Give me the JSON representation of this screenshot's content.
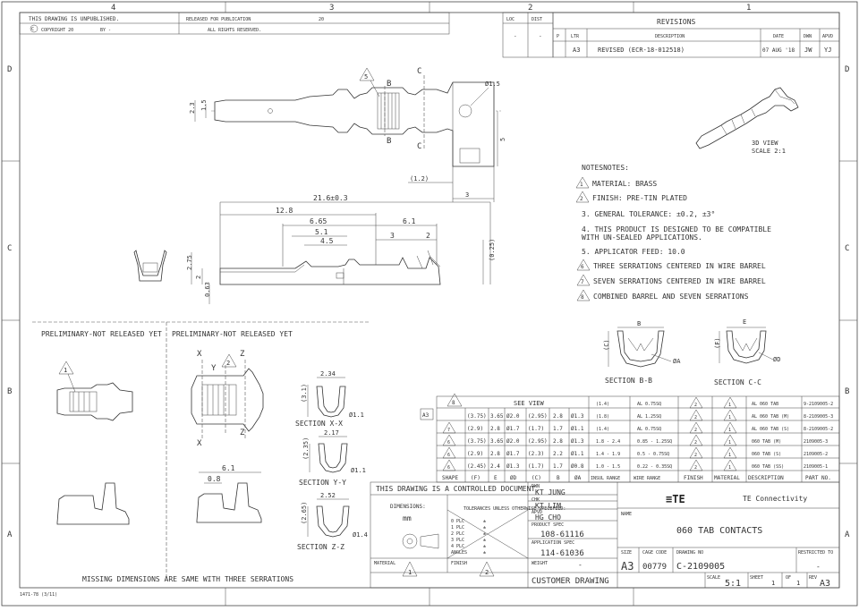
{
  "frame": {
    "zones_top": [
      "4",
      "3",
      "2",
      "1"
    ],
    "zones_side": [
      "D",
      "C",
      "B",
      "A"
    ]
  },
  "header": {
    "unpublished": "THIS DRAWING IS UNPUBLISHED.",
    "copyright": "COPYRIGHT 20",
    "by": "BY -",
    "released": "RELEASED FOR PUBLICATION",
    "year": "20",
    "rights": "ALL RIGHTS RESERVED.",
    "loc_label": "LOC",
    "loc_value": "-",
    "dist_label": "DIST",
    "dist_value": "-"
  },
  "revisions": {
    "title": "REVISIONS",
    "cols": [
      "P",
      "LTR",
      "DESCRIPTION",
      "DATE",
      "DWN",
      "APVD"
    ],
    "rows": [
      {
        "ltr": "A3",
        "description": "REVISED (ECR-18-012518)",
        "date": "07 AUG '18",
        "dwn": "JW",
        "apvd": "YJ"
      }
    ]
  },
  "view_3d": {
    "label": "3D VIEW",
    "scale": "SCALE  2:1"
  },
  "notes": {
    "title": "NOTESNOTES:",
    "items": [
      {
        "flag": "1",
        "text": "MATERIAL: BRASS"
      },
      {
        "flag": "2",
        "text": "FINISH: PRE-TIN PLATED"
      },
      {
        "flag": "",
        "text": "3. GENERAL TOLERANCE: ±0.2, ±3°"
      },
      {
        "flag": "",
        "text": "4. THIS PRODUCT IS DESIGNED TO BE COMPATIBLE"
      },
      {
        "flag": "",
        "text": "   WITH UN-SEALED APPLICATIONS."
      },
      {
        "flag": "",
        "text": "5. APPLICATOR FEED: 10.0"
      },
      {
        "flag": "6",
        "text": "THREE SERRATIONS CENTERED IN WIRE BARREL"
      },
      {
        "flag": "7",
        "text": "SEVEN SERRATIONS CENTERED IN WIRE BARREL"
      },
      {
        "flag": "8",
        "text": "COMBINED BARREL AND SEVEN SERRATIONS"
      }
    ]
  },
  "top_view_dims": {
    "d_phi15": "Ø1.5",
    "d_5": "5",
    "d_12": "(1.2)",
    "d_3": "3",
    "d_23": "2.3",
    "d_15": "1.5",
    "flag5": "5",
    "cut_b": "B",
    "cut_c": "C"
  },
  "side_view_dims": {
    "overall": "21.6±0.3",
    "d128": "12.8",
    "d665": "6.65",
    "d61": "6.1",
    "d51": "5.1",
    "d45": "4.5",
    "d3": "3",
    "d2": "2",
    "d025": "(0.25)",
    "d275": "2.75",
    "d2v": "2",
    "d063": "0.63"
  },
  "sections": {
    "bb": {
      "label": "SECTION  B-B",
      "d_b": "B",
      "d_c": "(C)",
      "d_a": "ØA"
    },
    "cc": {
      "label": "SECTION  C-C",
      "d_e": "E",
      "d_f": "(F)",
      "d_d": "ØD"
    },
    "xx": {
      "label": "SECTION  X-X",
      "d1": "2.34",
      "d2": "(3.1)",
      "d3": "Ø1.1"
    },
    "yy": {
      "label": "SECTION  Y-Y",
      "d1": "2.17",
      "d2": "(2.35)",
      "d3": "Ø1.1"
    },
    "zz": {
      "label": "SECTION  Z-Z",
      "d1": "2.52",
      "d2": "(2.65)",
      "d3": "Ø1.4"
    }
  },
  "prelim": {
    "left": "PRELIMINARY-NOT RELEASED YET",
    "right": "PRELIMINARY-NOT RELEASED YET",
    "flag1": "1",
    "flag2": "2",
    "x": "X",
    "y": "Y",
    "z": "Z",
    "d61": "6.1",
    "d08": "0.8",
    "missing": "MISSING DIMENSIONS ARE SAME WITH THREE SERRATIONS"
  },
  "table": {
    "see_view": "SEE VIEW",
    "header": [
      "SHAPE",
      "(F)",
      "E",
      "ØD",
      "(C)",
      "B",
      "ØA",
      "INSUL RANGE",
      "WIRE RANGE",
      "FINISH",
      "MATERIAL",
      "DESCRIPTION",
      "PART NO."
    ],
    "rows": [
      {
        "shape": "8",
        "f": "",
        "e": "",
        "d": "",
        "c": "",
        "b": "",
        "a": "",
        "insul": "(1.4)",
        "wire": "AL 0.75SQ",
        "finish": "2",
        "material": "1",
        "desc": "AL 060 TAB",
        "part": "9-2109005-2"
      },
      {
        "shape": "",
        "f": "(3.75)",
        "e": "3.65",
        "d": "Ø2.0",
        "c": "(2.95)",
        "b": "2.8",
        "a": "Ø1.3",
        "insul": "(1.8)",
        "wire": "AL 1.25SQ",
        "finish": "2",
        "material": "1",
        "desc": "AL 060 TAB (M)",
        "part": "8-2109005-3"
      },
      {
        "shape": "7",
        "f": "(2.9)",
        "e": "2.8",
        "d": "Ø1.7",
        "c": "(1.7)",
        "b": "1.7",
        "a": "Ø1.1",
        "insul": "(1.4)",
        "wire": "AL 0.75SQ",
        "finish": "2",
        "material": "1",
        "desc": "AL 060 TAB (S)",
        "part": "8-2109005-2"
      },
      {
        "shape": "6",
        "f": "(3.75)",
        "e": "3.65",
        "d": "Ø2.0",
        "c": "(2.95)",
        "b": "2.8",
        "a": "Ø1.3",
        "insul": "1.8 - 2.4",
        "wire": "0.85 - 1.25SQ",
        "finish": "2",
        "material": "1",
        "desc": "060 TAB (M)",
        "part": "2109005-3"
      },
      {
        "shape": "6",
        "f": "(2.9)",
        "e": "2.8",
        "d": "Ø1.7",
        "c": "(2.3)",
        "b": "2.2",
        "a": "Ø1.1",
        "insul": "1.4 - 1.9",
        "wire": "0.5 - 0.75SQ",
        "finish": "2",
        "material": "1",
        "desc": "060 TAB (S)",
        "part": "2109005-2"
      },
      {
        "shape": "6",
        "f": "(2.45)",
        "e": "2.4",
        "d": "Ø1.3",
        "c": "(1.7)",
        "b": "1.7",
        "a": "Ø0.8",
        "insul": "1.0 - 1.5",
        "wire": "0.22 - 0.35SQ",
        "finish": "2",
        "material": "1",
        "desc": "060 TAB (SS)",
        "part": "2109005-1"
      }
    ],
    "rev_flag": "A3"
  },
  "title_block": {
    "controlled": "THIS DRAWING IS A CONTROLLED DOCUMENT.",
    "dwn_label": "DWN",
    "dwn": "KT JUNG",
    "chk_label": "CHK",
    "chk": "KT LIM",
    "apvd_label": "APVD",
    "apvd": "HG CHO",
    "product_spec_label": "PRODUCT SPEC",
    "product_spec": "108-61116",
    "app_spec_label": "APPLICATION SPEC",
    "app_spec": "114-61036",
    "weight_label": "WEIGHT",
    "weight": "-",
    "dimensions_label": "DIMENSIONS:",
    "dimensions_unit": "mm",
    "tolerances_label": "TOLERANCES UNLESS OTHERWISE SPECIFIED:",
    "tol_rows": [
      "0 PLC",
      "1 PLC",
      "2 PLC",
      "3 PLC",
      "4 PLC",
      "ANGLES"
    ],
    "tol_vals": [
      "±",
      "±",
      "±",
      "±",
      "±",
      "±"
    ],
    "material_label": "MATERIAL",
    "material_flag": "1",
    "finish_label": "FINISH",
    "finish_flag": "2",
    "customer_drawing": "CUSTOMER DRAWING",
    "logo": "≡TE",
    "company": "TE Connectivity",
    "name_label": "NAME",
    "name": "060 TAB CONTACTS",
    "size_label": "SIZE",
    "size": "A3",
    "cage_label": "CAGE CODE",
    "cage": "00779",
    "dwg_label": "DRAWING NO",
    "dwg": "C-2109005",
    "restricted_label": "RESTRICTED TO",
    "restricted": "-",
    "scale_label": "SCALE",
    "scale": "5:1",
    "sheet_label": "SHEET",
    "sheet": "1",
    "of_label": "OF",
    "of": "1",
    "rev_label": "REV",
    "rev": "A3"
  },
  "footer": {
    "form": "1471-78 (3/11)"
  }
}
